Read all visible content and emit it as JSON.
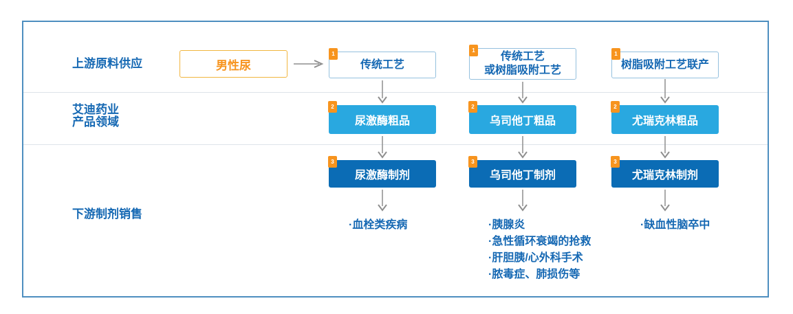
{
  "diagram": {
    "row_labels": {
      "upstream": "上游原料供应",
      "company_line1": "艾迪药业",
      "company_line2": "产品领域",
      "downstream": "下游制剂销售"
    },
    "source_box": {
      "label": "男性尿"
    },
    "columns": [
      {
        "process": {
          "badge": "1",
          "lines": [
            "传统工艺"
          ]
        },
        "crude": {
          "badge": "2",
          "label": "尿激酶粗品"
        },
        "formulation": {
          "badge": "3",
          "label": "尿激酶制剂"
        },
        "indications": [
          "·血栓类疾病"
        ]
      },
      {
        "process": {
          "badge": "1",
          "lines": [
            "传统工艺",
            "或树脂吸附工艺"
          ]
        },
        "crude": {
          "badge": "2",
          "label": "乌司他丁粗品"
        },
        "formulation": {
          "badge": "3",
          "label": "乌司他丁制剂"
        },
        "indications": [
          "·胰腺炎",
          "·急性循环衰竭的抢救",
          "·肝胆胰/心外科手术",
          "·脓毒症、肺损伤等"
        ]
      },
      {
        "process": {
          "badge": "1",
          "lines": [
            "树脂吸附工艺联产"
          ]
        },
        "crude": {
          "badge": "2",
          "label": "尤瑞克林粗品"
        },
        "formulation": {
          "badge": "3",
          "label": "尤瑞克林制剂"
        },
        "indications": [
          "·缺血性脑卒中"
        ]
      }
    ],
    "colors": {
      "label_blue": "#1568B3",
      "crude_box_blue": "#29A8E0",
      "formulation_box_blue": "#0B6CB5",
      "badge_orange": "#F7941E",
      "source_text_orange": "#F7941E",
      "source_border_yellow": "#F1B53E",
      "frame_border_blue": "#4D8EBF",
      "divider_gray": "#DDE3E9",
      "arrow_gray": "#8E8E8E"
    }
  }
}
